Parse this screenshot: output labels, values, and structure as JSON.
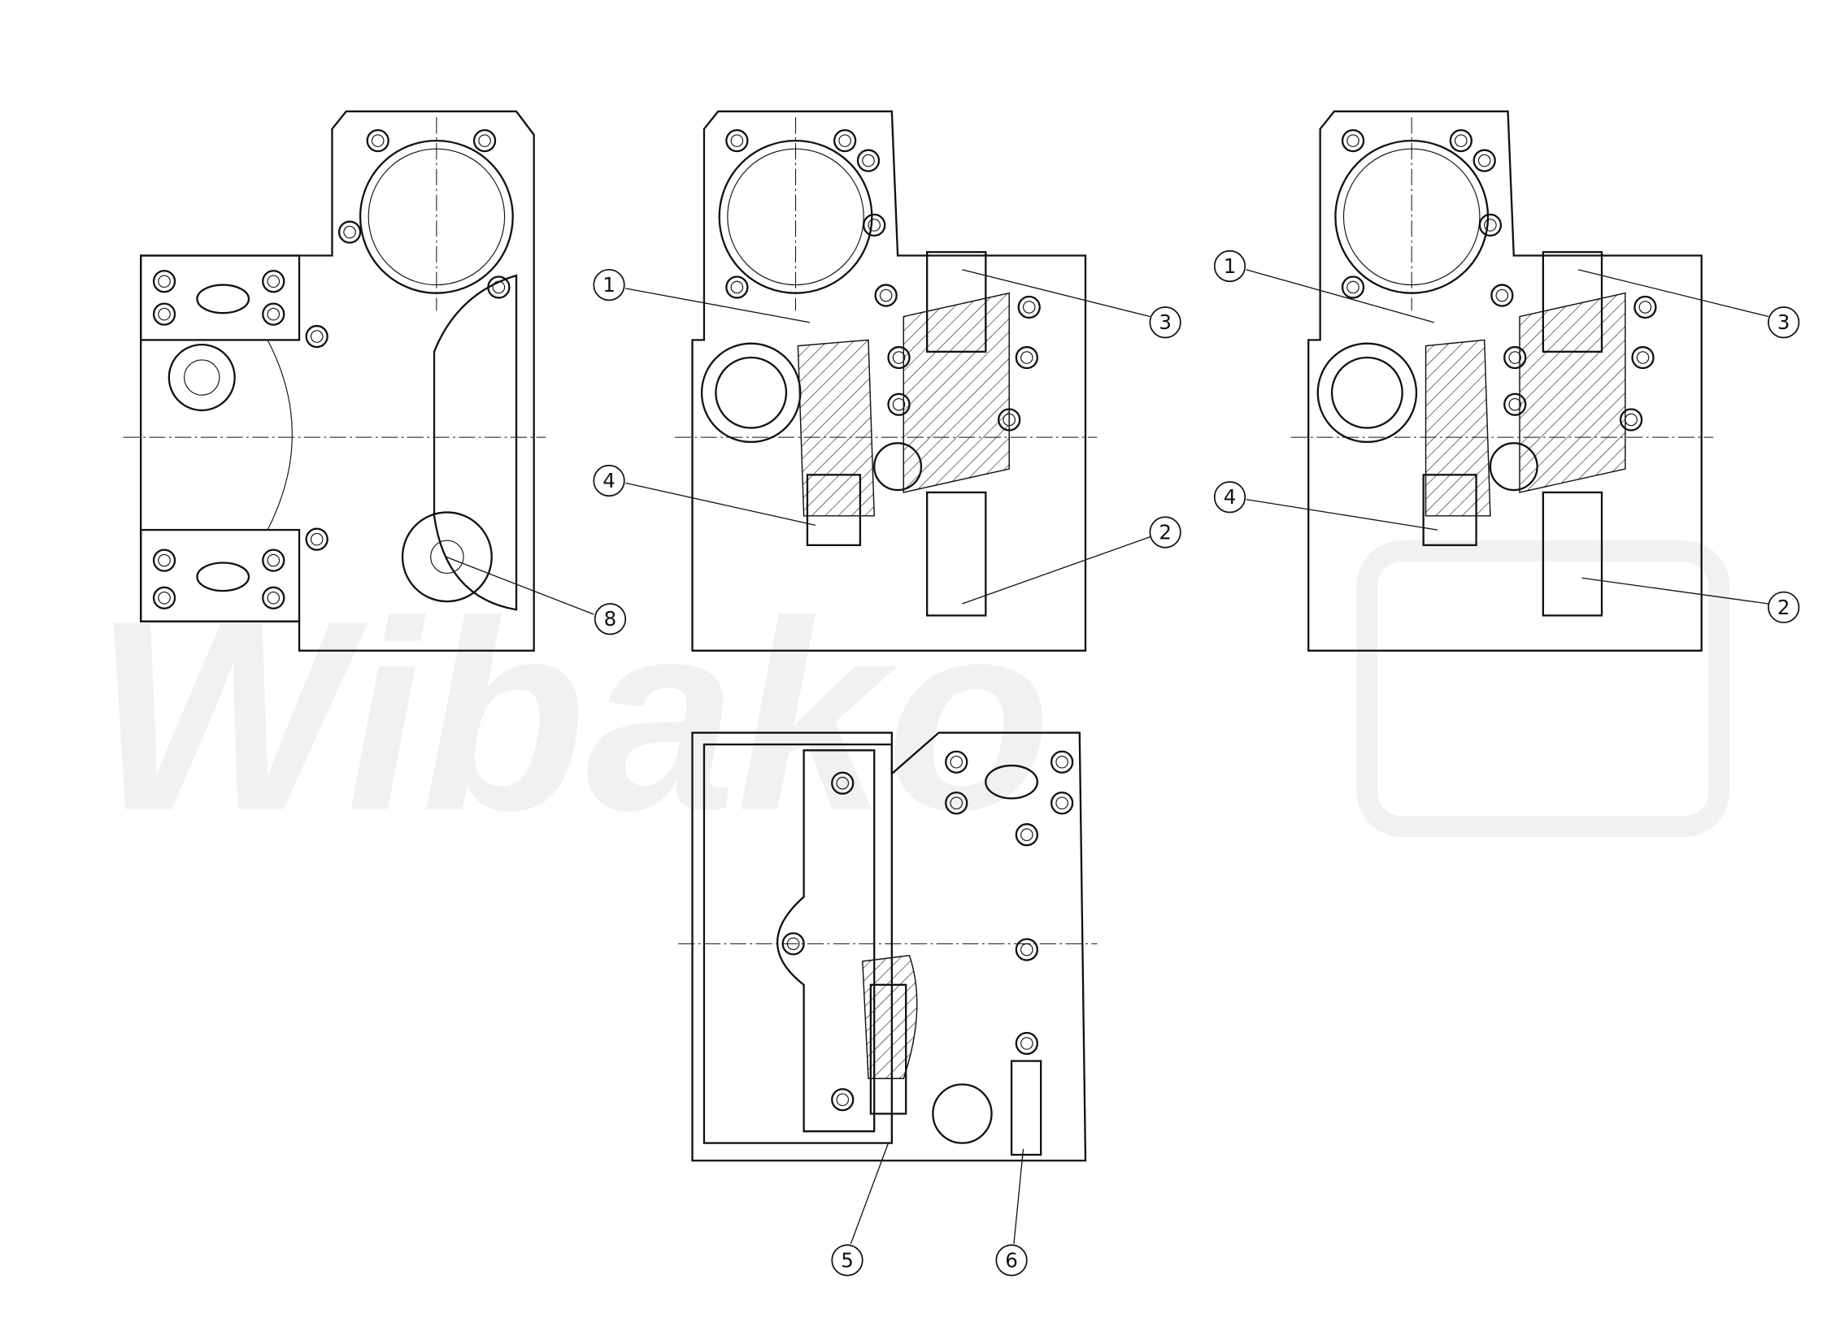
{
  "watermark": "Wibako",
  "views": [
    {
      "name": "side-view-left",
      "callouts": [
        {
          "label": "8"
        }
      ]
    },
    {
      "name": "section-view-a",
      "callouts": [
        {
          "label": "1"
        },
        {
          "label": "3"
        },
        {
          "label": "4"
        },
        {
          "label": "2"
        }
      ]
    },
    {
      "name": "section-view-b",
      "callouts": [
        {
          "label": "1"
        },
        {
          "label": "3"
        },
        {
          "label": "4"
        },
        {
          "label": "2"
        }
      ]
    },
    {
      "name": "bottom-view",
      "callouts": [
        {
          "label": "5"
        },
        {
          "label": "6"
        }
      ]
    }
  ]
}
